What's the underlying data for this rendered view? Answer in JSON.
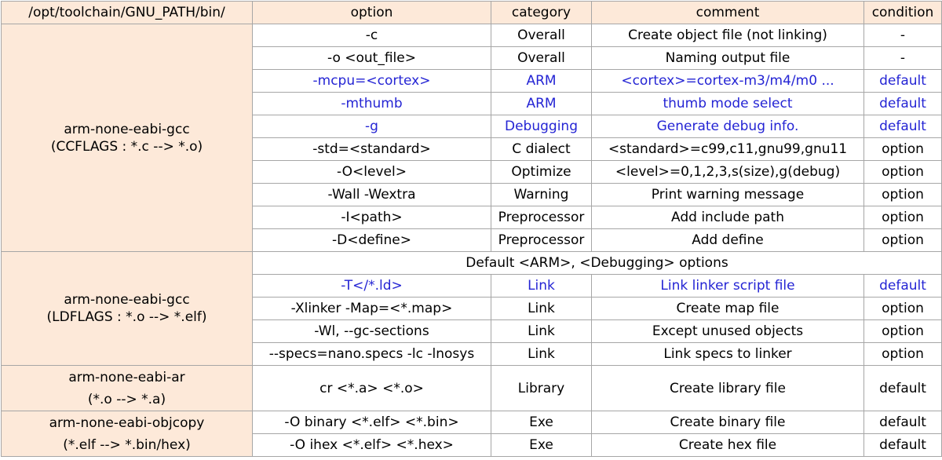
{
  "colors": {
    "header_bg": "#fde9d9",
    "group_bg": "#fde9d9",
    "grid": "#a6a6a6",
    "default_text": "#2424d4"
  },
  "header": {
    "path": "/opt/toolchain/GNU_PATH/bin/",
    "option": "option",
    "category": "category",
    "comment": "comment",
    "condition": "condition"
  },
  "groups": [
    {
      "tool": "arm-none-eabi-gcc",
      "sub": "(CCFLAGS : *.c --> *.o)",
      "rows": [
        {
          "option": "-c",
          "category": "Overall",
          "comment": "Create object file (not linking)",
          "condition": "-"
        },
        {
          "option": "-o <out_file>",
          "category": "Overall",
          "comment": "Naming output file",
          "condition": "-"
        },
        {
          "option": "-mcpu=<cortex>",
          "category": "ARM",
          "comment": "<cortex>=cortex-m3/m4/m0 ...",
          "condition": "default"
        },
        {
          "option": "-mthumb",
          "category": "ARM",
          "comment": "thumb mode select",
          "condition": "default"
        },
        {
          "option": "-g",
          "category": "Debugging",
          "comment": "Generate debug info.",
          "condition": "default"
        },
        {
          "option": "-std=<standard>",
          "category": "C dialect",
          "comment": "<standard>=c99,c11,gnu99,gnu11",
          "condition": "option"
        },
        {
          "option": "-O<level>",
          "category": "Optimize",
          "comment": "<level>=0,1,2,3,s(size),g(debug)",
          "condition": "option"
        },
        {
          "option": "-Wall -Wextra",
          "category": "Warning",
          "comment": "Print warning message",
          "condition": "option"
        },
        {
          "option": "-I<path>",
          "category": "Preprocessor",
          "comment": "Add include path",
          "condition": "option"
        },
        {
          "option": "-D<define>",
          "category": "Preprocessor",
          "comment": "Add define",
          "condition": "option"
        }
      ]
    },
    {
      "tool": "arm-none-eabi-gcc",
      "sub": "(LDFLAGS : *.o --> *.elf)",
      "note": "Default <ARM>, <Debugging> options",
      "rows": [
        {
          "option": "-T</*.ld>",
          "category": "Link",
          "comment": "Link linker script file",
          "condition": "default"
        },
        {
          "option": "-Xlinker -Map=<*.map>",
          "category": "Link",
          "comment": "Create map file",
          "condition": "option"
        },
        {
          "option": "-Wl, --gc-sections",
          "category": "Link",
          "comment": "Except unused objects",
          "condition": "option"
        },
        {
          "option": "--specs=nano.specs -lc -lnosys",
          "category": "Link",
          "comment": "Link specs to linker",
          "condition": "option"
        }
      ]
    },
    {
      "tool": "arm-none-eabi-ar",
      "sub": "(*.o --> *.a)",
      "rows": [
        {
          "option": "cr <*.a> <*.o>",
          "category": "Library",
          "comment": "Create library file",
          "condition": "default"
        }
      ]
    },
    {
      "tool": "arm-none-eabi-objcopy",
      "sub": "(*.elf --> *.bin/hex)",
      "rows": [
        {
          "option": "-O binary <*.elf> <*.bin>",
          "category": "Exe",
          "comment": "Create binary file",
          "condition": "default"
        },
        {
          "option": "-O ihex <*.elf> <*.hex>",
          "category": "Exe",
          "comment": "Create hex file",
          "condition": "default"
        }
      ]
    }
  ]
}
